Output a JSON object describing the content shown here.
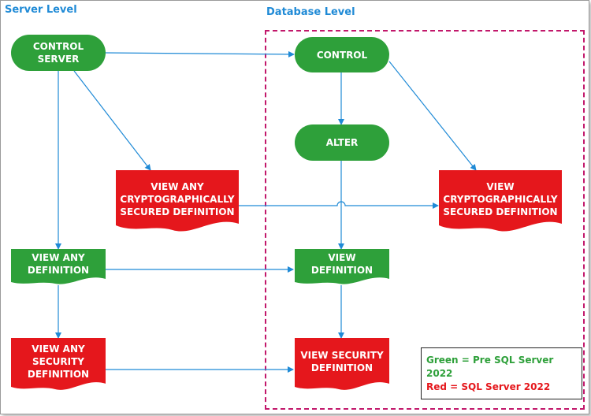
{
  "headings": {
    "server_level": "Server Level",
    "database_level": "Database Level"
  },
  "nodes": {
    "control_server": "CONTROL\nSERVER",
    "view_any_crypto": "VIEW ANY\nCRYPTOGRAPHICALLY\nSECURED DEFINITION",
    "view_any_definition": "VIEW ANY\nDEFINITION",
    "view_any_security": "VIEW ANY\nSECURITY\nDEFINITION",
    "control": "CONTROL",
    "alter": "ALTER",
    "view_crypto": "VIEW\nCRYPTOGRAPHICALLY\nSECURED DEFINITION",
    "view_definition": "VIEW\nDEFINITION",
    "view_security": "VIEW SECURITY\nDEFINITION"
  },
  "legend": {
    "green": "Green = Pre SQL Server 2022",
    "red": "Red = SQL Server 2022"
  },
  "colors": {
    "green": "#2ea03a",
    "red": "#e5171c",
    "connector": "#1f8ad6",
    "database_border": "#c2186b",
    "heading": "#1f8ad6"
  }
}
